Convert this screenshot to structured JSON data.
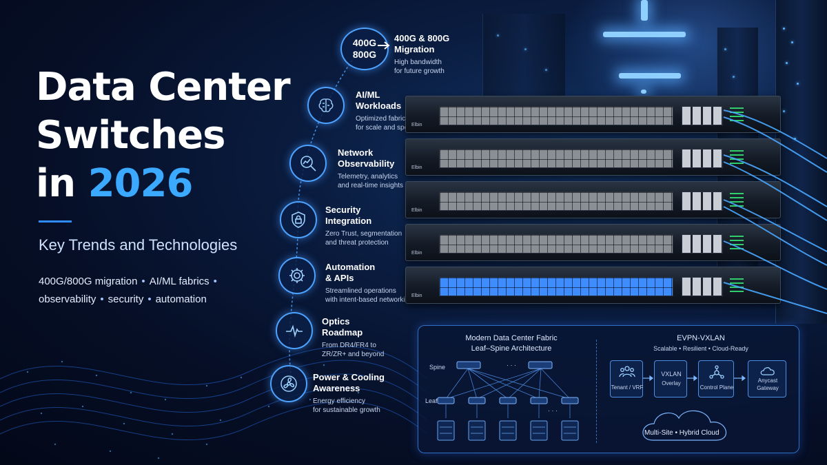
{
  "title": {
    "line1": "Data Center",
    "line2": "Switches",
    "line3_prefix": "in ",
    "line3_year": "2026"
  },
  "subtitle": "Key Trends and Technologies",
  "tagline": {
    "items": [
      "400G/800G migration",
      "AI/ML fabrics",
      "observability",
      "security",
      "automation"
    ],
    "separator": "•"
  },
  "timeline": {
    "badge": {
      "line1": "400G",
      "line2": "800G"
    },
    "items": [
      {
        "title1": "400G & 800G",
        "title2": "Migration",
        "desc1": "High bandwidth",
        "desc2": "for future growth"
      },
      {
        "title1": "AI/ML",
        "title2": "Workloads",
        "desc1": "Optimized fabrics",
        "desc2": "for scale and speed"
      },
      {
        "title1": "Network",
        "title2": "Observability",
        "desc1": "Telemetry, analytics",
        "desc2": "and real-time insights"
      },
      {
        "title1": "Security",
        "title2": "Integration",
        "desc1": "Zero Trust, segmentation",
        "desc2": "and threat protection"
      },
      {
        "title1": "Automation",
        "title2": "& APIs",
        "desc1": "Streamlined operations",
        "desc2": "with intent-based networking"
      },
      {
        "title1": "Optics",
        "title2": "Roadmap",
        "desc1": "From DR4/FR4 to",
        "desc2": "ZR/ZR+ and beyond"
      },
      {
        "title1": "Power & Cooling",
        "title2": "Awareness",
        "desc1": "Energy efficiency",
        "desc2": "for sustainable growth"
      }
    ],
    "icons": [
      "arrow-icon",
      "brain-icon",
      "magnifier-chart-icon",
      "shield-lock-icon",
      "gear-icon",
      "pulse-icon",
      "fan-icon"
    ]
  },
  "switch_stack": {
    "brand_labels": [
      "Elbin",
      "Elbin",
      "Elbin",
      "Elbin",
      "Elbin"
    ]
  },
  "fabric": {
    "title": "Modern Data Center Fabric",
    "subtitle": "Leaf–Spine Architecture",
    "spine_label": "Spine",
    "leaf_label": "Leaf",
    "ellipsis": "· · ·"
  },
  "evpn": {
    "title": "EVPN-VXLAN",
    "subtitle": "Scalable • Resilient • Cloud-Ready",
    "steps": [
      {
        "label1": "Tenant / VRF",
        "label2": "",
        "icon": "users-icon"
      },
      {
        "label1": "VXLAN",
        "label2": "Overlay",
        "icon": ""
      },
      {
        "label1": "Control Plane",
        "label2": "",
        "icon": "network-node-icon"
      },
      {
        "label1": "Anycast",
        "label2": "Gateway",
        "icon": "cloud-icon"
      }
    ],
    "cloud_label": "Multi-Site • Hybrid Cloud"
  },
  "colors": {
    "accent": "#3aa9ff",
    "line": "#4da3ff",
    "background": "#060f27"
  }
}
